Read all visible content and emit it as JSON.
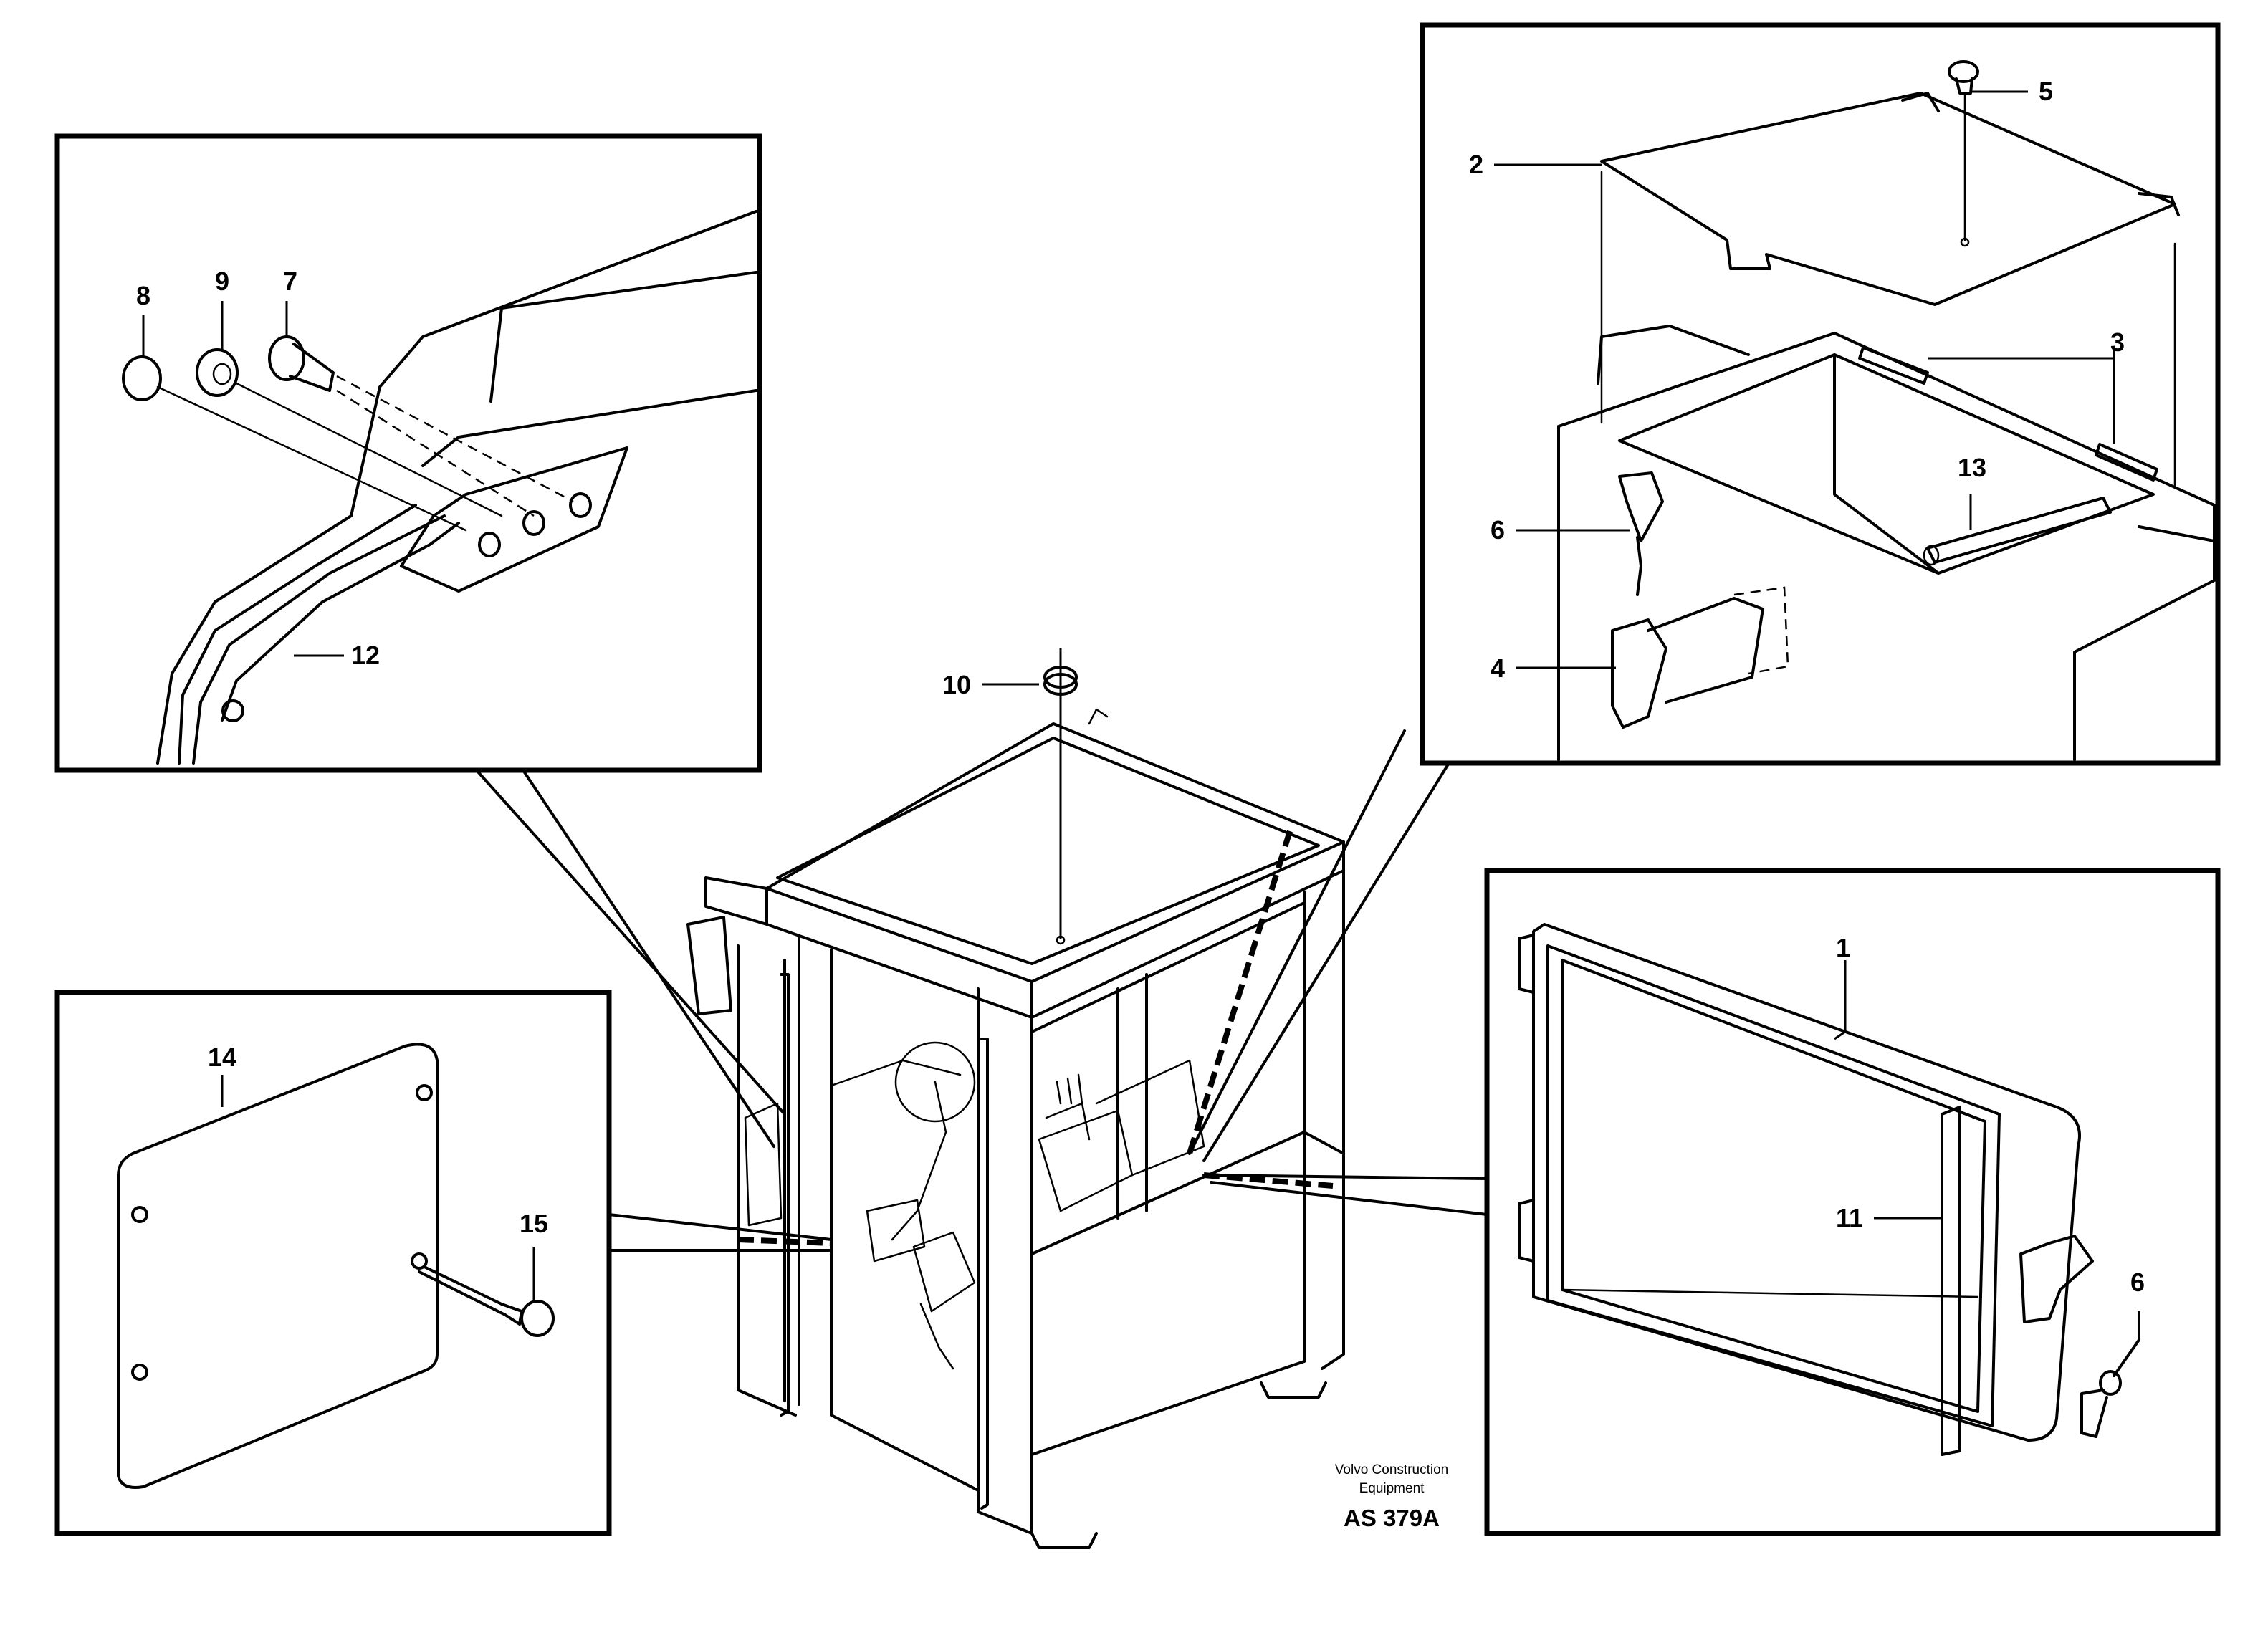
{
  "callouts": {
    "c1": "1",
    "c2": "2",
    "c3": "3",
    "c4": "4",
    "c5": "5",
    "c6a": "6",
    "c6b": "6",
    "c7": "7",
    "c8": "8",
    "c9": "9",
    "c10": "10",
    "c11": "11",
    "c12": "12",
    "c13": "13",
    "c14": "14",
    "c15": "15"
  },
  "credit": {
    "line1": "Volvo Construction",
    "line2": "Equipment",
    "code": "AS 379A"
  }
}
